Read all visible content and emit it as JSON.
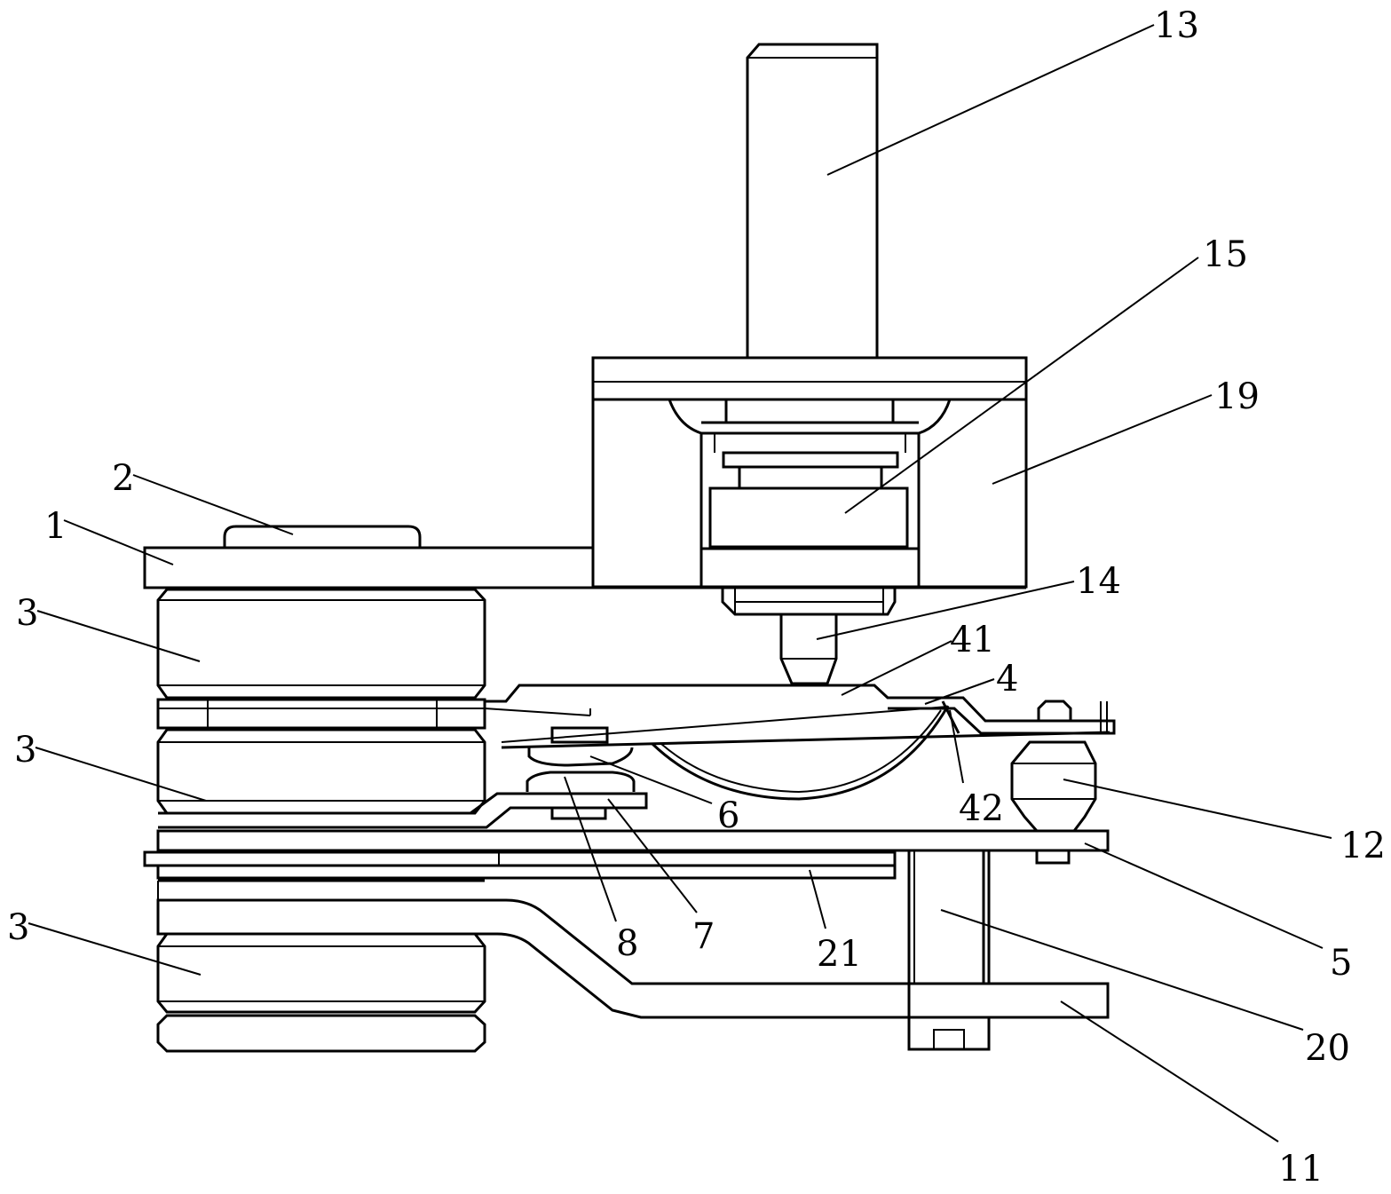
{
  "labels": {
    "l1": "1",
    "l2": "2",
    "l3a": "3",
    "l3b": "3",
    "l3c": "3",
    "l4": "4",
    "l41": "41",
    "l42": "42",
    "l5": "5",
    "l6": "6",
    "l7": "7",
    "l8": "8",
    "l11": "11",
    "l12": "12",
    "l13": "13",
    "l14": "14",
    "l15": "15",
    "l19": "19",
    "l20": "20",
    "l21": "21"
  }
}
